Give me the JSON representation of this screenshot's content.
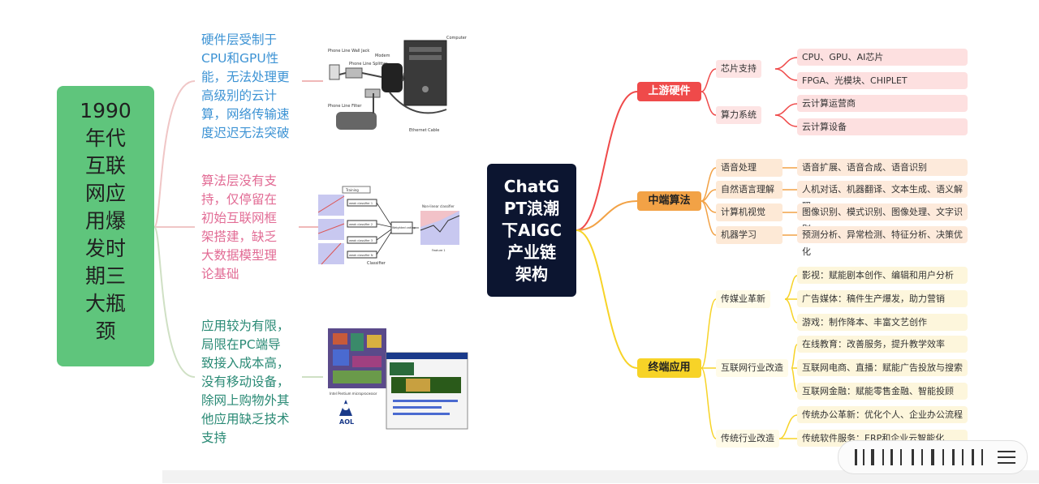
{
  "left": {
    "title_lines": [
      "1990",
      "年代",
      "互联",
      "网应",
      "用爆",
      "发时",
      "期三",
      "大瓶",
      "颈"
    ],
    "p1_lines": [
      "硬件层受制于",
      "CPU和GPU性",
      "能，无法处理更",
      "高级别的云计",
      "算，网络传输速",
      "度迟迟无法突破"
    ],
    "p2_lines": [
      "算法层没有支",
      "持，仅停留在",
      "初始互联网框",
      "架搭建，缺乏",
      "大数据模型理",
      "论基础"
    ],
    "p3_lines": [
      "应用较为有限，",
      "局限在PC端导",
      "致接入成本高，",
      "没有移动设备，",
      "除网上购物外其",
      "他应用缺乏技术",
      "支持"
    ],
    "img1_labels": [
      "Computer",
      "Phone Line Wall Jack",
      "Modem",
      "Phone Line Splitter",
      "Phone Line Filter",
      "Ethernet Cable"
    ],
    "img2_labels": [
      "Training",
      "weak classifier 1",
      "weak classifier 2",
      "weak classifier 3",
      "weak classifier N",
      "Weighted voting",
      "Non-linear classifier",
      "Classifier",
      "Feature 1"
    ],
    "img3_labels": [
      "Intel Pentium microprocessor",
      "AOL"
    ]
  },
  "center": {
    "title_lines": [
      "ChatG",
      "PT浪潮",
      "下AIGC",
      "产业链",
      "架构"
    ]
  },
  "upstream": {
    "label": "上游硬件",
    "chip": {
      "label": "芯片支持",
      "leaves": [
        "CPU、GPU、AI芯片",
        "FPGA、光模块、CHIPLET"
      ]
    },
    "compute": {
      "label": "算力系统",
      "leaves": [
        "云计算运营商",
        "云计算设备"
      ]
    }
  },
  "midstream": {
    "label": "中端算法",
    "items": [
      {
        "label": "语音处理",
        "leaf": "语音扩展、语音合成、语音识别"
      },
      {
        "label": "自然语言理解",
        "leaf": "人机对话、机器翻译、文本生成、语义解释"
      },
      {
        "label": "计算机视觉",
        "leaf": "图像识别、模式识别、图像处理、文字识别"
      },
      {
        "label": "机器学习",
        "leaf": "预测分析、异常检测、特征分析、决策优化"
      }
    ]
  },
  "downstream": {
    "label": "终端应用",
    "media": {
      "label": "传媒业革新",
      "leaves": [
        "影视：赋能剧本创作、编辑和用户分析",
        "广告媒体：稿件生产爆发，助力营销",
        "游戏：制作降本、丰富文艺创作"
      ]
    },
    "internet": {
      "label": "互联网行业改造",
      "leaves": [
        "在线教育：改善服务，提升教学效率",
        "互联网电商、直播：赋能广告投放与搜索",
        "互联网金融：赋能零售金融、智能投顾"
      ]
    },
    "traditional": {
      "label": "传统行业改造",
      "leaves": [
        "传统办公革新：优化个人、企业办公流程",
        "传统软件服务：ERP和企业云智能化"
      ]
    }
  },
  "colors": {
    "green": "#5fc57c",
    "navy": "#0c1530",
    "red": "#ef4a4a",
    "orange": "#f2a246",
    "yellow": "#f7d327"
  }
}
